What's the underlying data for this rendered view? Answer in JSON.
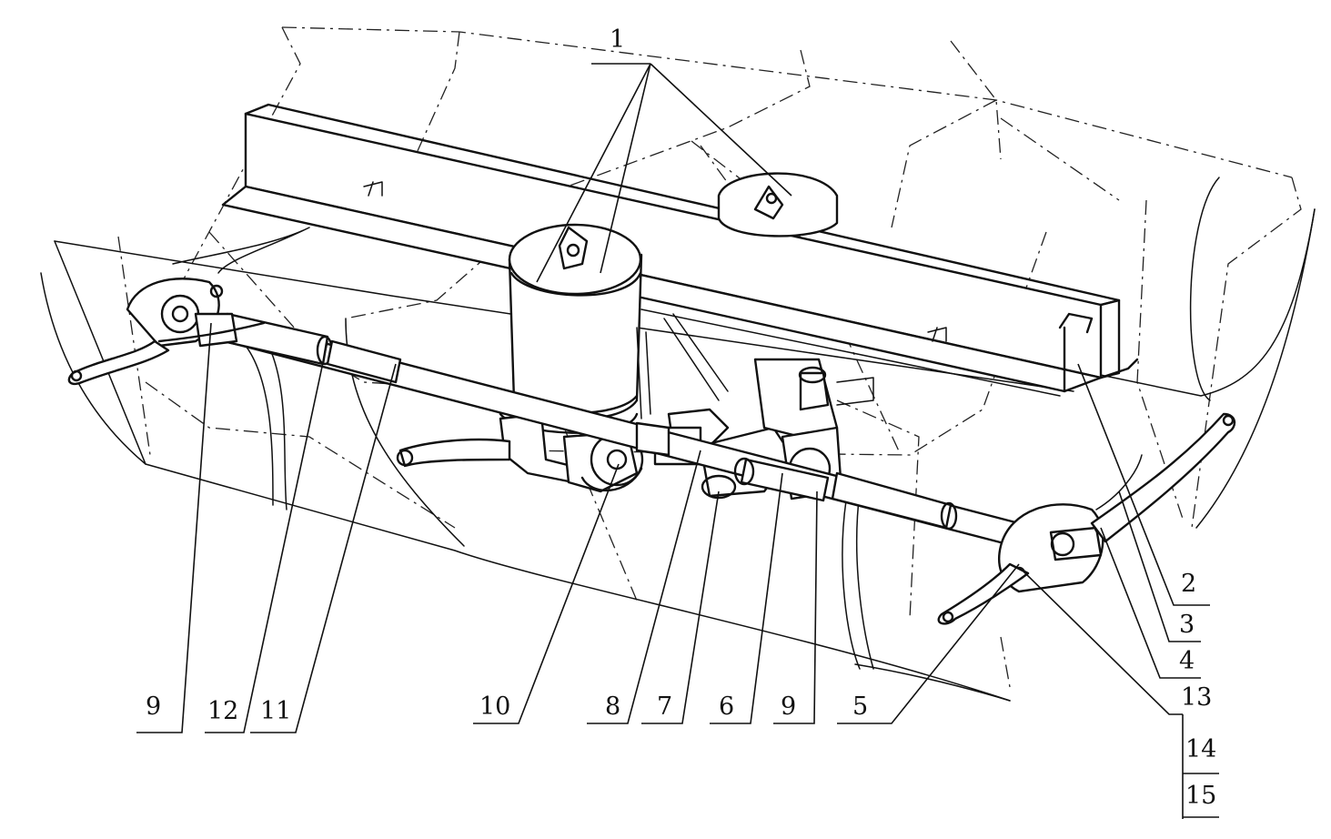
{
  "labels": {
    "l1": "1",
    "l2": "2",
    "l3": "3",
    "l4": "4",
    "l5": "5",
    "l6": "6",
    "l7": "7",
    "l8": "8",
    "l9a": "9",
    "l9b": "9",
    "l10": "10",
    "l11": "11",
    "l12": "12",
    "l13": "13",
    "l14": "14",
    "l15": "15"
  }
}
